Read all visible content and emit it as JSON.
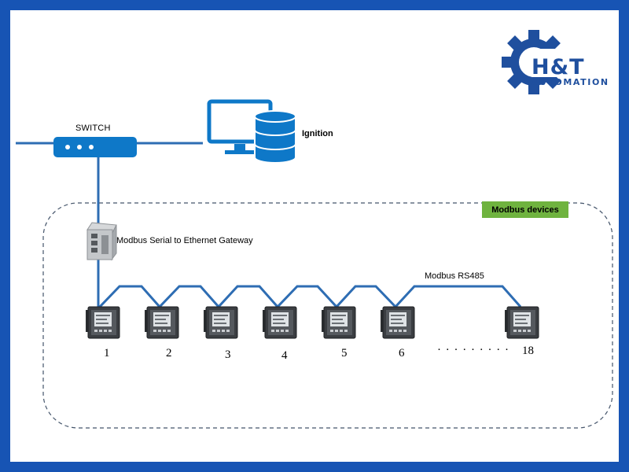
{
  "logo": {
    "name": "H&T",
    "tagline": "AUTOMATION"
  },
  "switch": {
    "label": "SWITCH"
  },
  "server": {
    "label": "Ignition"
  },
  "group": {
    "label": "Modbus devices"
  },
  "gateway": {
    "label": "Modbus Serial to Ethernet Gateway"
  },
  "bus": {
    "label": "Modbus RS485"
  },
  "devices": [
    "1",
    "2",
    "3",
    "4",
    "5",
    "6",
    "18"
  ],
  "ellipsis": "· · · · · · · · ·",
  "colors": {
    "frame": "#1754b4",
    "line": "#2e6db3",
    "icon": "#0e78c8",
    "badge": "#6fb33f",
    "group_border": "#44546a",
    "logo": "#1f4f9e"
  }
}
